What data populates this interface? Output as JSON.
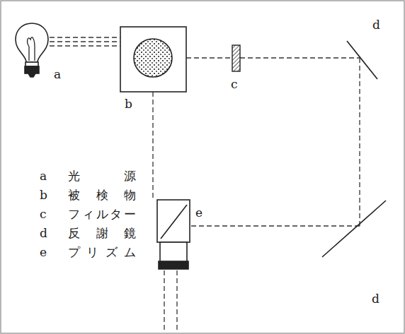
{
  "diagram": {
    "labels": [
      "a",
      "b",
      "c",
      "d",
      "d",
      "e",
      "a",
      "光源",
      "b",
      "被検物",
      "c",
      "フィルター",
      "d",
      "反謝鏡",
      "e",
      "プリズム"
    ]
  }
}
